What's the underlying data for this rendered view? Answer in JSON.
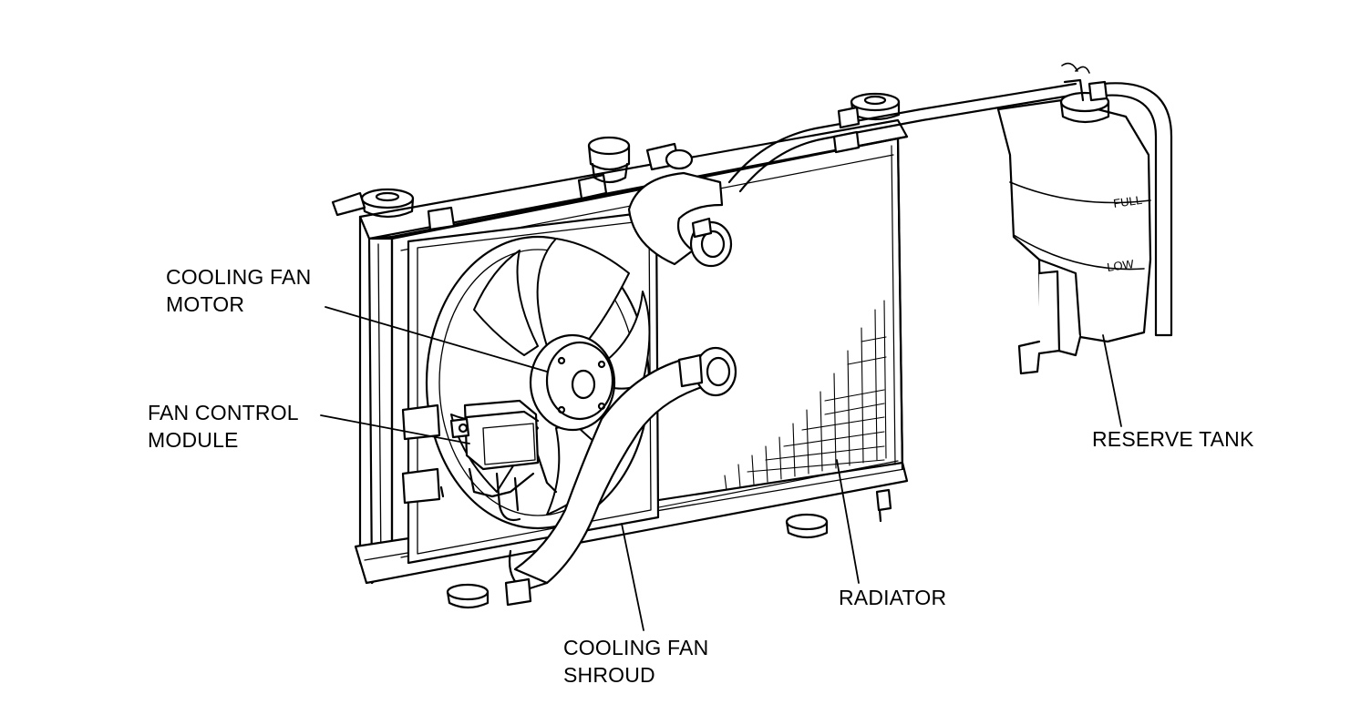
{
  "labels": {
    "cooling_fan_motor": [
      "COOLING FAN",
      "MOTOR"
    ],
    "fan_control_module": [
      "FAN CONTROL",
      "MODULE"
    ],
    "cooling_fan_shroud": [
      "COOLING FAN",
      "SHROUD"
    ],
    "radiator": "RADIATOR",
    "reserve_tank": "RESERVE TANK"
  },
  "tank_marks": {
    "full": "FULL",
    "low": "LOW"
  },
  "colors": {
    "ink": "#000000",
    "paper": "#ffffff"
  }
}
